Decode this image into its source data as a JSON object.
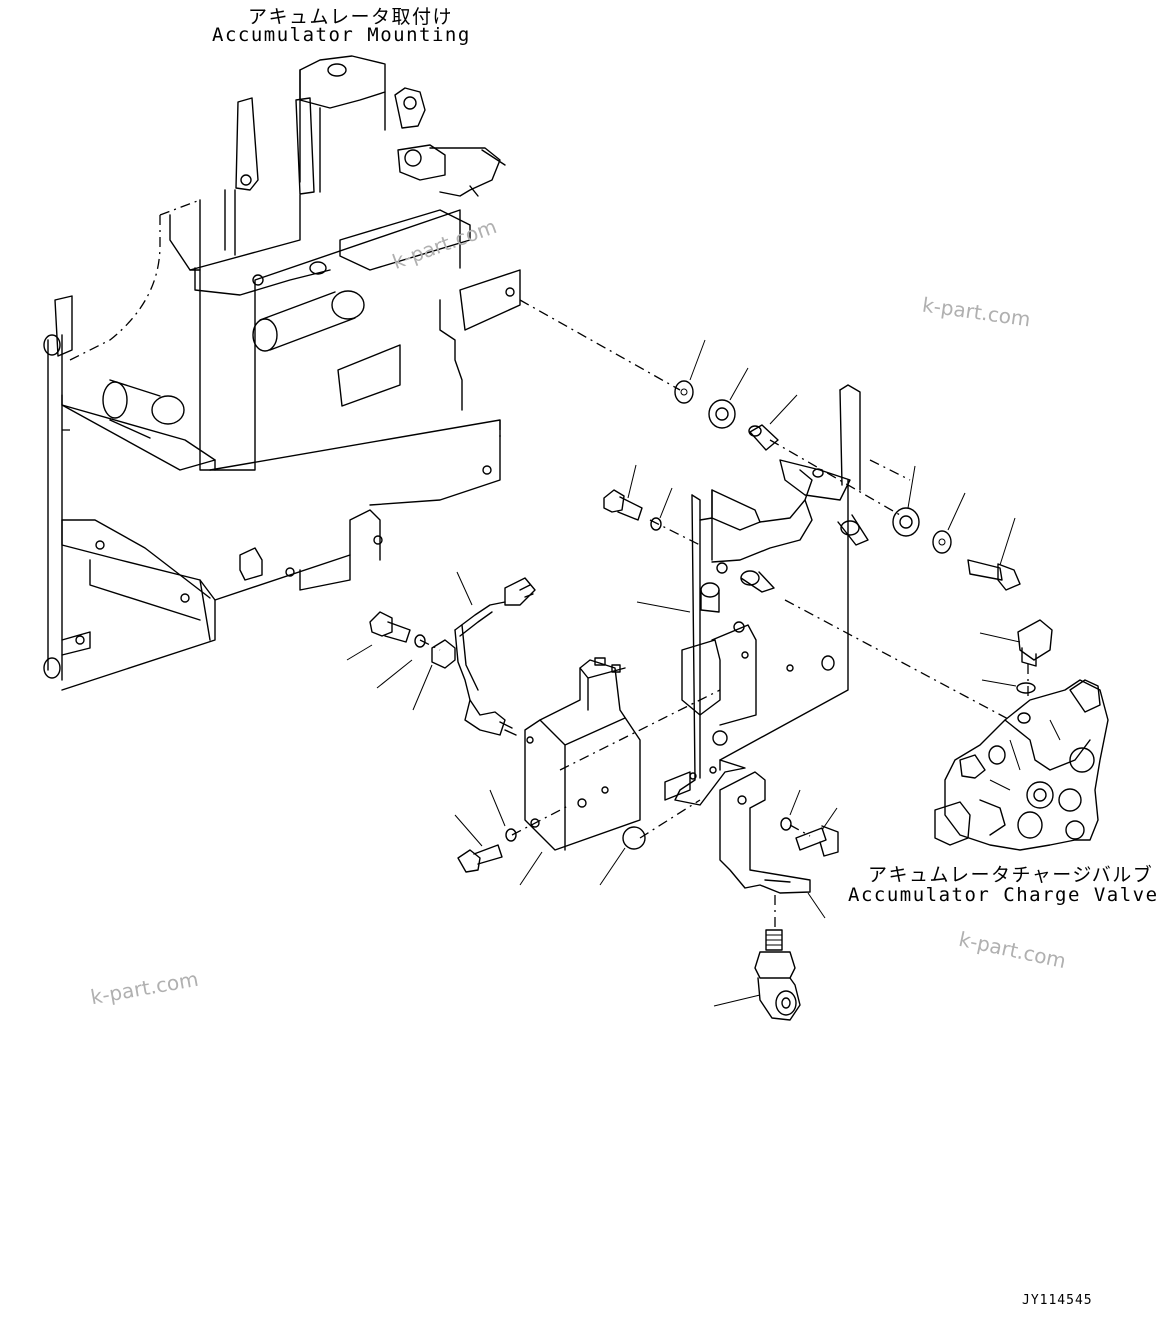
{
  "labels": {
    "mounting_jp": "アキュムレータ取付け",
    "mounting_en": "Accumulator Mounting",
    "valve_jp": "アキュムレータチャージバルブ",
    "valve_en": "Accumulator Charge Valve"
  },
  "watermarks": [
    "k-part.com",
    "k-part.com",
    "k-part.com",
    "k-part.com"
  ],
  "drawing_code": "JY114545"
}
